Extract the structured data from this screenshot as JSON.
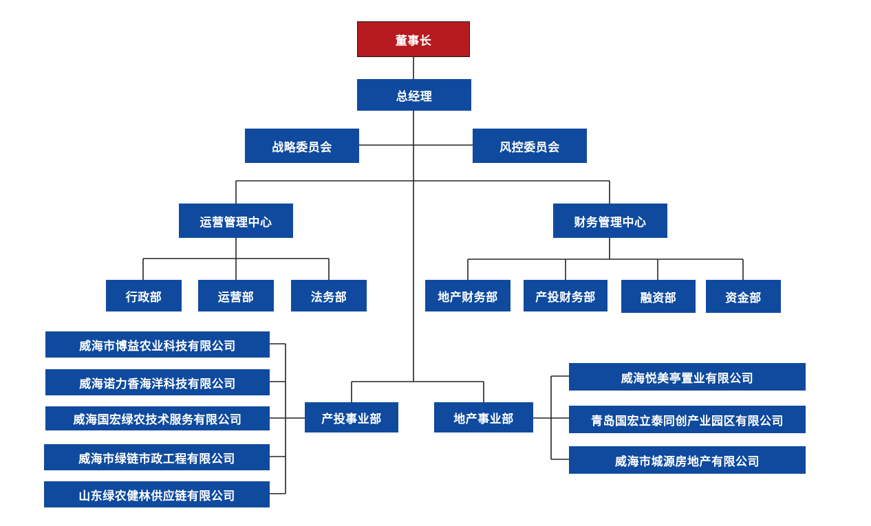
{
  "colors": {
    "primary": "#0f4a9e",
    "top": "#b71b1f",
    "line": "#222222"
  },
  "chairman": "董事长",
  "gm": "总经理",
  "committees": {
    "strategy": "战略委员会",
    "risk": "风控委员会"
  },
  "centers": {
    "operations": "运营管理中心",
    "finance": "财务管理中心"
  },
  "ops_departments": [
    "行政部",
    "运营部",
    "法务部"
  ],
  "fin_departments": [
    "地产财务部",
    "产投财务部",
    "融资部",
    "资金部"
  ],
  "divisions": {
    "industry": "产投事业部",
    "realestate": "地产事业部"
  },
  "industry_companies": [
    "威海市博益农业科技有限公司",
    "威海诺力香海洋科技有限公司",
    "威海国宏绿农技术服务有限公司",
    "威海市绿链市政工程有限公司",
    "山东绿农健林供应链有限公司"
  ],
  "realestate_companies": [
    "威海悦美亭置业有限公司",
    "青岛国宏立泰同创产业园区有限公司",
    "威海市城源房地产有限公司"
  ]
}
